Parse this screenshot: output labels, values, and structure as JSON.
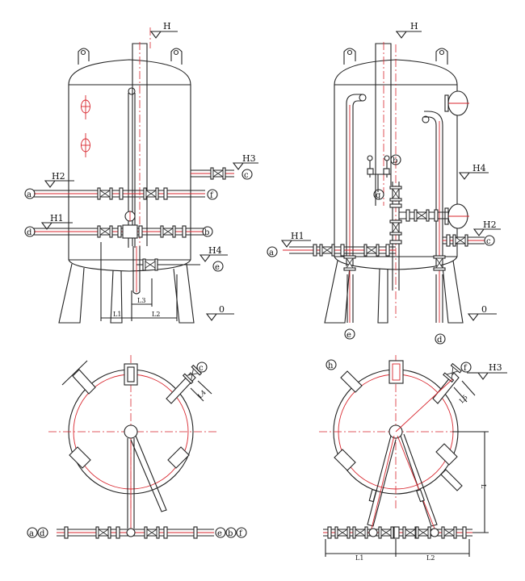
{
  "views": {
    "front_left": {
      "levels": {
        "top": "H",
        "h2": "H2",
        "h1": "H1",
        "h3": "H3",
        "h4": "H4",
        "ground": "0"
      },
      "nozzles": {
        "a": "a",
        "f": "f",
        "d": "d",
        "b": "b",
        "c": "c",
        "e": "e"
      },
      "dims": {
        "l1": "L1",
        "l2": "L2",
        "l3": "L3"
      }
    },
    "front_right": {
      "levels": {
        "top": "H",
        "h4": "H4",
        "h1": "H1",
        "h2": "H2",
        "ground": "0"
      },
      "nozzles": {
        "b": "b",
        "g": "g",
        "a": "a",
        "c": "c",
        "e": "e",
        "d": "d"
      }
    },
    "plan_left": {
      "nozzles": {
        "c": "c",
        "a": "a",
        "d": "d",
        "e": "e",
        "b": "b",
        "f": "f"
      },
      "dims": {
        "l4": "L4"
      }
    },
    "plan_right": {
      "levels": {
        "h3": "H3"
      },
      "nozzles": {
        "h": "h",
        "f": "f"
      },
      "dims": {
        "l5": "L5",
        "l": "L",
        "l1": "L1",
        "l2": "L2"
      }
    }
  },
  "colors": {
    "outline": "#222222",
    "centerline": "#d8262e"
  }
}
